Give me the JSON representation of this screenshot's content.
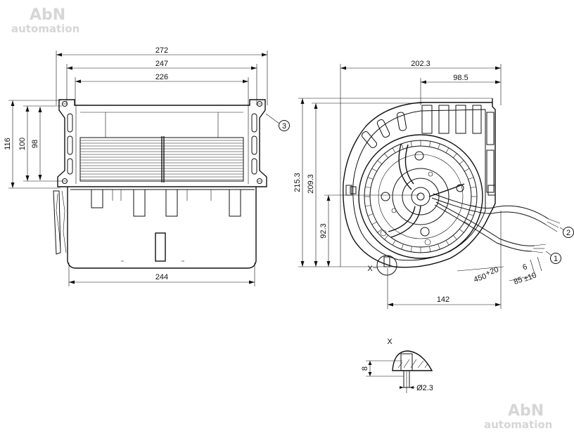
{
  "watermarks": {
    "top_left": [
      "AbN",
      "automation"
    ],
    "bottom_right": [
      "AbN",
      "automation"
    ]
  },
  "side_view": {
    "dims": {
      "width_272": "272",
      "width_247": "247",
      "width_226": "226",
      "width_244": "244",
      "h_116": "116",
      "h_100": "100",
      "h_98": "98"
    },
    "callout_3": "3"
  },
  "front_view": {
    "dims": {
      "w_202_3": "202.3",
      "w_98_5": "98.5",
      "h_215_3": "215.3",
      "h_209_3": "209.3",
      "h_92_3": "92.3",
      "w_142": "142"
    },
    "cable": {
      "d_6": "6",
      "d_85": "85",
      "d_85_tol": "±10",
      "d_450": "450",
      "d_450_tol": "+20"
    },
    "callout_1": "1",
    "callout_2": "2",
    "detail_mark": "X"
  },
  "detail_x": {
    "title": "X",
    "dim_8": "8",
    "dim_dia": "Ø2.3"
  },
  "colors": {
    "line": "#111111",
    "watermark": "#d6d6d6"
  }
}
